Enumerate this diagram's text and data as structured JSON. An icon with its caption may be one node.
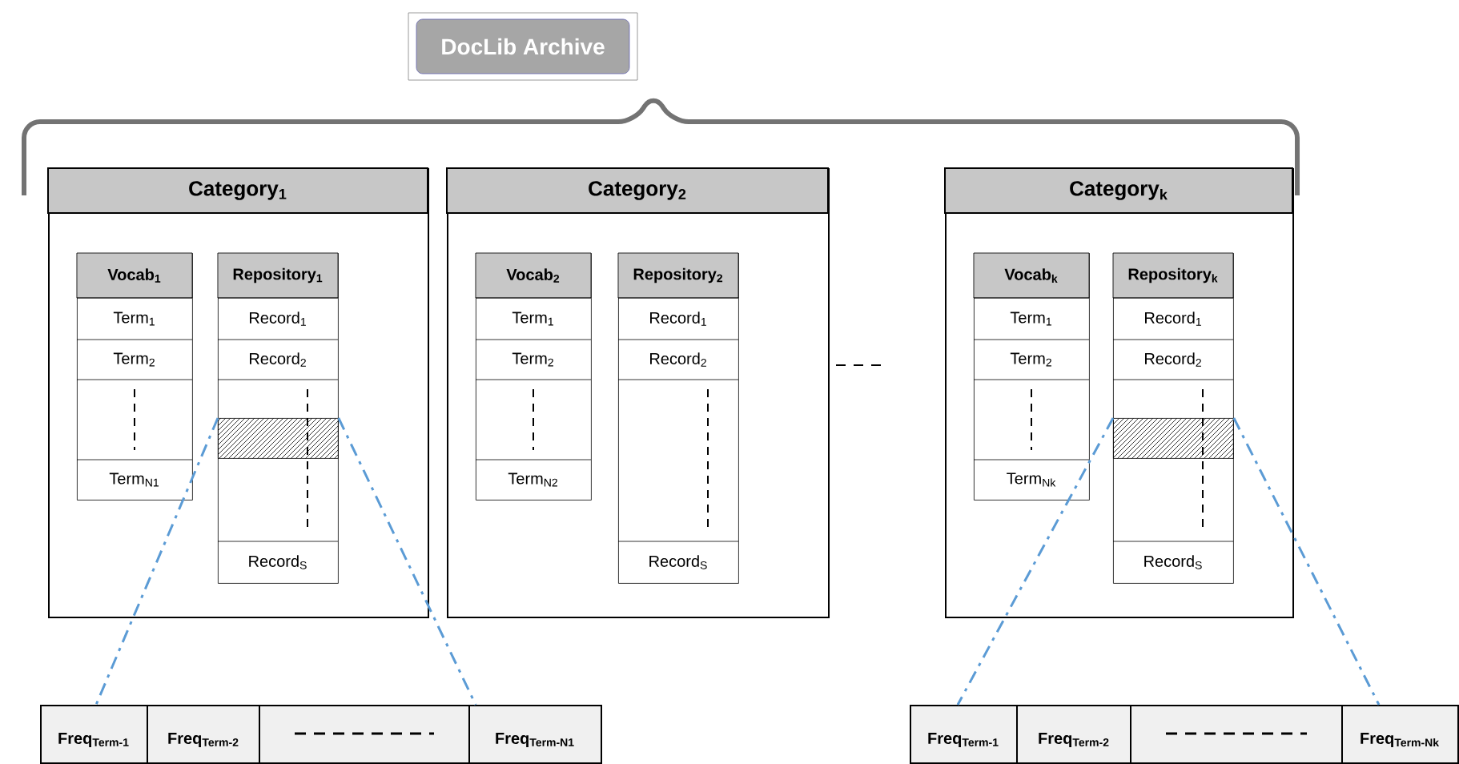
{
  "diagram": {
    "nodes": [
      {
        "text": [
          "DocLib Archive"
        ]
      },
      {
        "text": [
          "Category$_{1}$"
        ]
      },
      {
        "text": [
          "Vocab$_{1}$",
          "Term$_{1}$",
          "Term$_{2}$",
          "Term$_{N1}$"
        ],
        "in": 1
      },
      {
        "text": [
          "Repository$_{1}$",
          "Record$_{1}$",
          "Record$_{2}$",
          "Record$_{S}$"
        ],
        "in": 1
      },
      {
        "text": [],
        "shape": "bar",
        "in": 3
      },
      {
        "text": [
          "Category$_{2}$"
        ]
      },
      {
        "text": [
          "Vocab$_{2}$",
          "Term$_{1}$",
          "Term$_{2}$",
          "Term$_{N2}$"
        ],
        "in": 5
      },
      {
        "text": [
          "Repository$_{2}$",
          "Record$_{1}$",
          "Record$_{2}$",
          "Record$_{S}$"
        ],
        "in": 5
      },
      {
        "text": [
          "Category$_{k}$"
        ]
      },
      {
        "text": [
          "Vocab$_{k}$",
          "Term$_{1}$",
          "Term$_{2}$",
          "Term$_{Nk}$"
        ],
        "in": 8
      },
      {
        "text": [
          "Repository$_{k}$",
          "Record$_{1}$",
          "Record$_{2}$",
          "Record$_{S}$"
        ],
        "in": 8
      },
      {
        "text": [],
        "shape": "bar",
        "in": 10
      },
      {
        "text": [
          "Freq$_{Term-1}$",
          "Freq$_{Term-2}$",
          "Freq$_{Term-N1}$"
        ]
      },
      {
        "text": [
          "Freq$_{Term-1}$",
          "Freq$_{Term-2}$",
          "Freq$_{Term-Nk}$"
        ]
      }
    ],
    "edges": [
      {
        "from": 4,
        "to": 12,
        "arrow": "none",
        "style": "dashed",
        "color": "#5b9bd5"
      },
      {
        "from": 4,
        "to": 12,
        "arrow": "none",
        "style": "dashed",
        "color": "#5b9bd5"
      },
      {
        "from": 11,
        "to": 13,
        "arrow": "none",
        "style": "dashed",
        "color": "#5b9bd5"
      },
      {
        "from": 11,
        "to": 13,
        "arrow": "none",
        "style": "dashed",
        "color": "#5b9bd5"
      }
    ]
  }
}
